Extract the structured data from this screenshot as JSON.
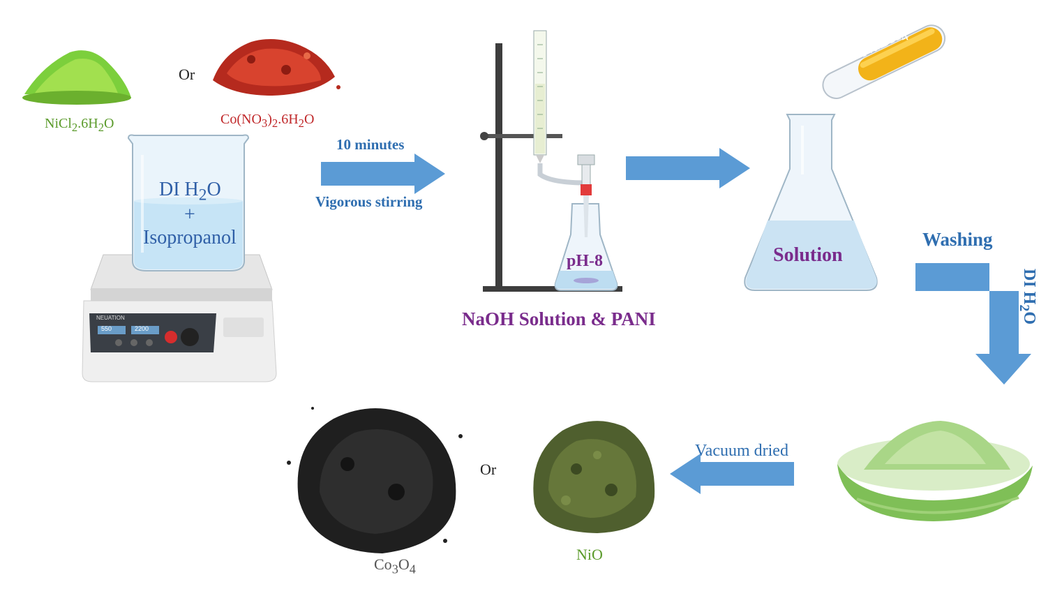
{
  "reagents": {
    "nickel": {
      "main": "NiCl",
      "sub1": "2",
      "mid": ".6H",
      "sub2": "2",
      "end": "O"
    },
    "or_top": "Or",
    "cobalt": {
      "pre": "Co(NO",
      "sub1": "3",
      "mid1": ")",
      "sub2": "2",
      "mid2": ".6H",
      "sub3": "2",
      "end": "O"
    }
  },
  "beaker": {
    "line1_pre": "DI H",
    "line1_sub": "2",
    "line1_end": "O",
    "line2": "+",
    "line3": "Isopropanol"
  },
  "hotplate": {
    "brand": "NEUATION",
    "readout1": "550",
    "readout2": "2200"
  },
  "arrow1": {
    "top": "10 minutes",
    "bottom": "Vigorous stirring"
  },
  "titration": {
    "flask_label": "pH-8",
    "caption": "NaOH Solution & PANI"
  },
  "flask": {
    "label": "Solution"
  },
  "tube": {
    "pre": "NaBH",
    "sub": "4"
  },
  "washing": {
    "top": "Washing",
    "side_pre": "DI H",
    "side_sub": "2",
    "side_end": "O"
  },
  "arrow_bottom": {
    "label": "Vacuum dried"
  },
  "products": {
    "nio": "NiO",
    "or_bottom": "Or",
    "co3o4": {
      "pre": "Co",
      "sub1": "3",
      "mid": "O",
      "sub2": "4"
    }
  },
  "colors": {
    "arrow": "#5b9bd5",
    "arrow_text": "#2f6eb0",
    "purple": "#7a2c8c",
    "green": "#5a9a2a",
    "red": "#c0282a"
  }
}
